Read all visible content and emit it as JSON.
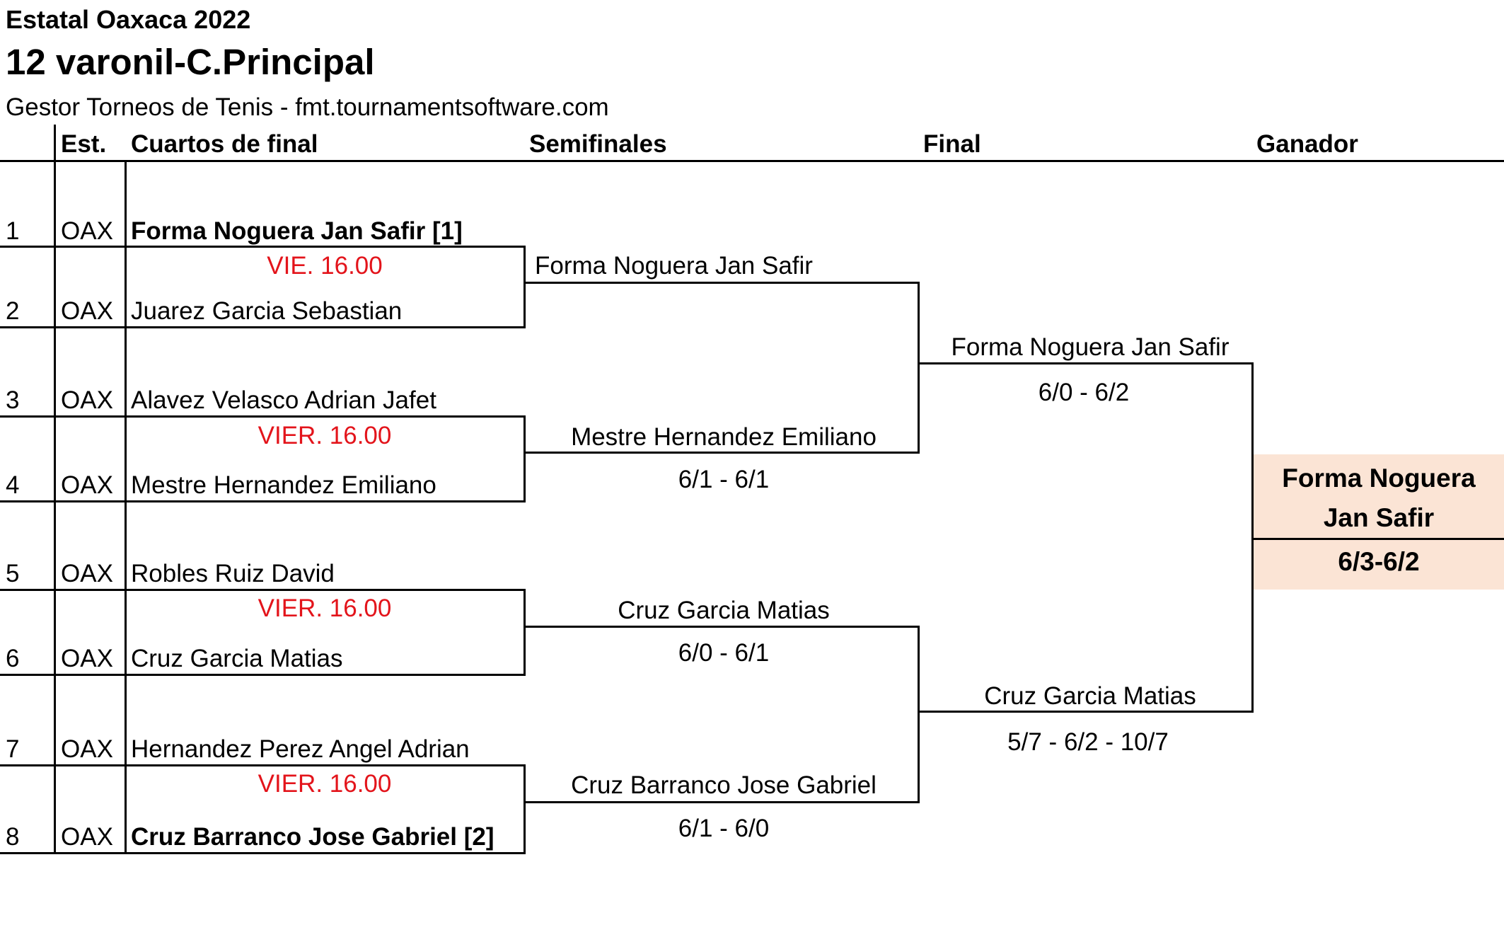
{
  "header": {
    "event": "Estatal Oaxaca 2022",
    "draw": "12 varonil-C.Principal",
    "source": "Gestor Torneos de Tenis - fmt.tournamentsoftware.com"
  },
  "columns": {
    "state": "Est.",
    "quarterfinals": "Cuartos de final",
    "semifinals": "Semifinales",
    "final": "Final",
    "winner": "Ganador"
  },
  "players": [
    {
      "seed_no": "1",
      "state": "OAX",
      "name": "Forma Noguera Jan Safir [1]"
    },
    {
      "seed_no": "2",
      "state": "OAX",
      "name": "Juarez Garcia Sebastian"
    },
    {
      "seed_no": "3",
      "state": "OAX",
      "name": "Alavez Velasco Adrian Jafet"
    },
    {
      "seed_no": "4",
      "state": "OAX",
      "name": "Mestre Hernandez Emiliano"
    },
    {
      "seed_no": "5",
      "state": "OAX",
      "name": "Robles Ruiz David"
    },
    {
      "seed_no": "6",
      "state": "OAX",
      "name": "Cruz Garcia Matias"
    },
    {
      "seed_no": "7",
      "state": "OAX",
      "name": "Hernandez Perez Angel Adrian"
    },
    {
      "seed_no": "8",
      "state": "OAX",
      "name": "Cruz Barranco Jose Gabriel [2]"
    }
  ],
  "quarterfinal_times": [
    "VIE. 16.00",
    "VIER. 16.00",
    "VIER. 16.00",
    "VIER. 16.00"
  ],
  "semifinalists": [
    {
      "name": "Forma Noguera Jan Safir",
      "score": ""
    },
    {
      "name": "Mestre Hernandez Emiliano",
      "score": "6/1 - 6/1"
    },
    {
      "name": "Cruz Garcia Matias",
      "score": "6/0 - 6/1"
    },
    {
      "name": "Cruz Barranco Jose Gabriel",
      "score": "6/1 - 6/0"
    }
  ],
  "finalists": [
    {
      "name": "Forma Noguera Jan Safir",
      "score": "6/0 - 6/2"
    },
    {
      "name": "Cruz Garcia Matias",
      "score": "5/7 - 6/2 - 10/7"
    }
  ],
  "winner": {
    "name_line1": "Forma Noguera",
    "name_line2": "Jan Safir",
    "score": "6/3-6/2"
  }
}
